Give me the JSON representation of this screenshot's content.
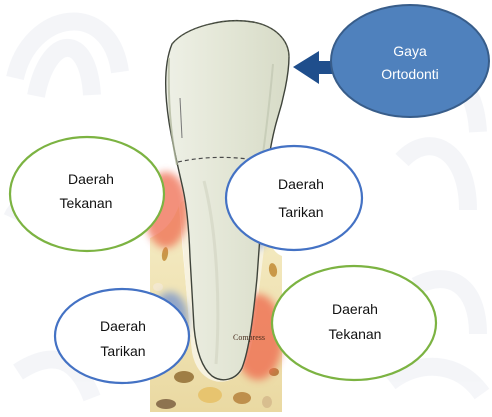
{
  "diagram": {
    "force_label": [
      "Gaya",
      "Ortodonti"
    ],
    "pressure_upper_label": [
      "Daerah",
      "Tekanan"
    ],
    "tension_upper_label": [
      "Daerah",
      "Tarikan"
    ],
    "tension_lower_label": [
      "Daerah",
      "Tarikan"
    ],
    "pressure_lower_label": [
      "Daerah",
      "Tekanan"
    ],
    "compression_text": "Compress"
  },
  "colors": {
    "force_bubble": "#4f81bd",
    "force_bubble_border": "#385d8a",
    "arrow": "#1f4e8c",
    "pressure_border": "#7cb342",
    "tension_border": "#4472c4",
    "pressure_zone": "#ef6c4f",
    "tension_zone": "#6f8fcf",
    "bone": "#efe2b0",
    "tooth": "#e7eadc"
  }
}
